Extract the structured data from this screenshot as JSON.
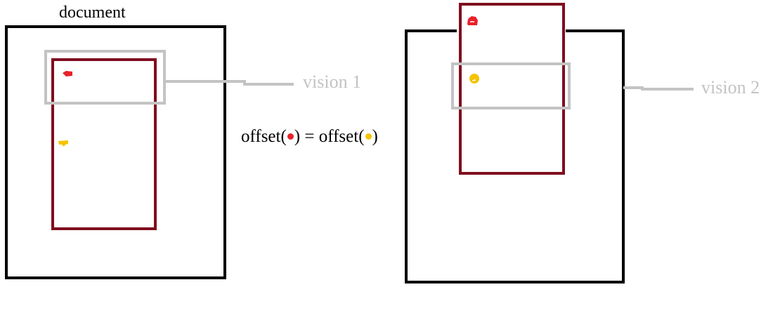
{
  "colors": {
    "frame": "#000000",
    "element": "#7f0d1e",
    "viewport": "#c3c3c3",
    "marker_red": "#e8212a",
    "marker_yellow": "#f5c400",
    "label_gray": "#c3c3c3"
  },
  "left": {
    "title": "document",
    "vision_label": "vision 1"
  },
  "right": {
    "vision_label": "vision  2"
  },
  "formula": {
    "prefix": "offset(",
    "middle": ") = offset(",
    "suffix": ")"
  },
  "icons": {
    "red_marker": "red-marker-icon",
    "yellow_marker": "yellow-marker-icon"
  }
}
